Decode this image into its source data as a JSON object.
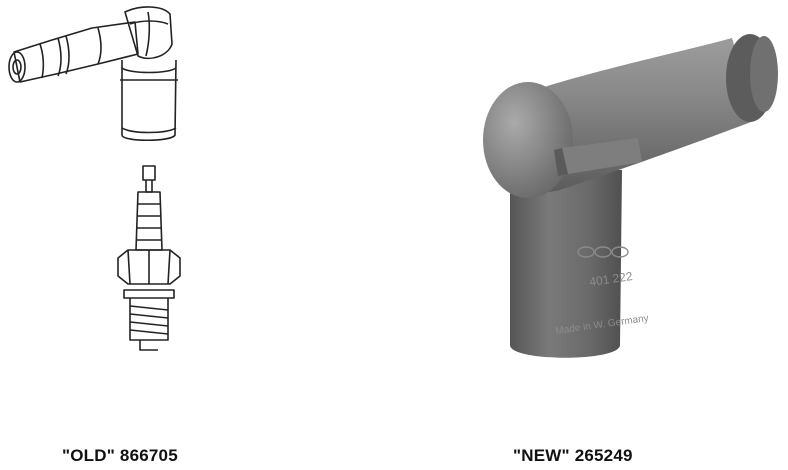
{
  "old_part": {
    "caption": "\"OLD\" 866705",
    "items": [
      "spark-plug-connector-line-drawing",
      "spark-plug-line-drawing"
    ]
  },
  "new_part": {
    "caption": "\"NEW\" 265249",
    "markings": [
      "401 222",
      "Made in W. Germany"
    ],
    "color": "#6c6c6c"
  }
}
